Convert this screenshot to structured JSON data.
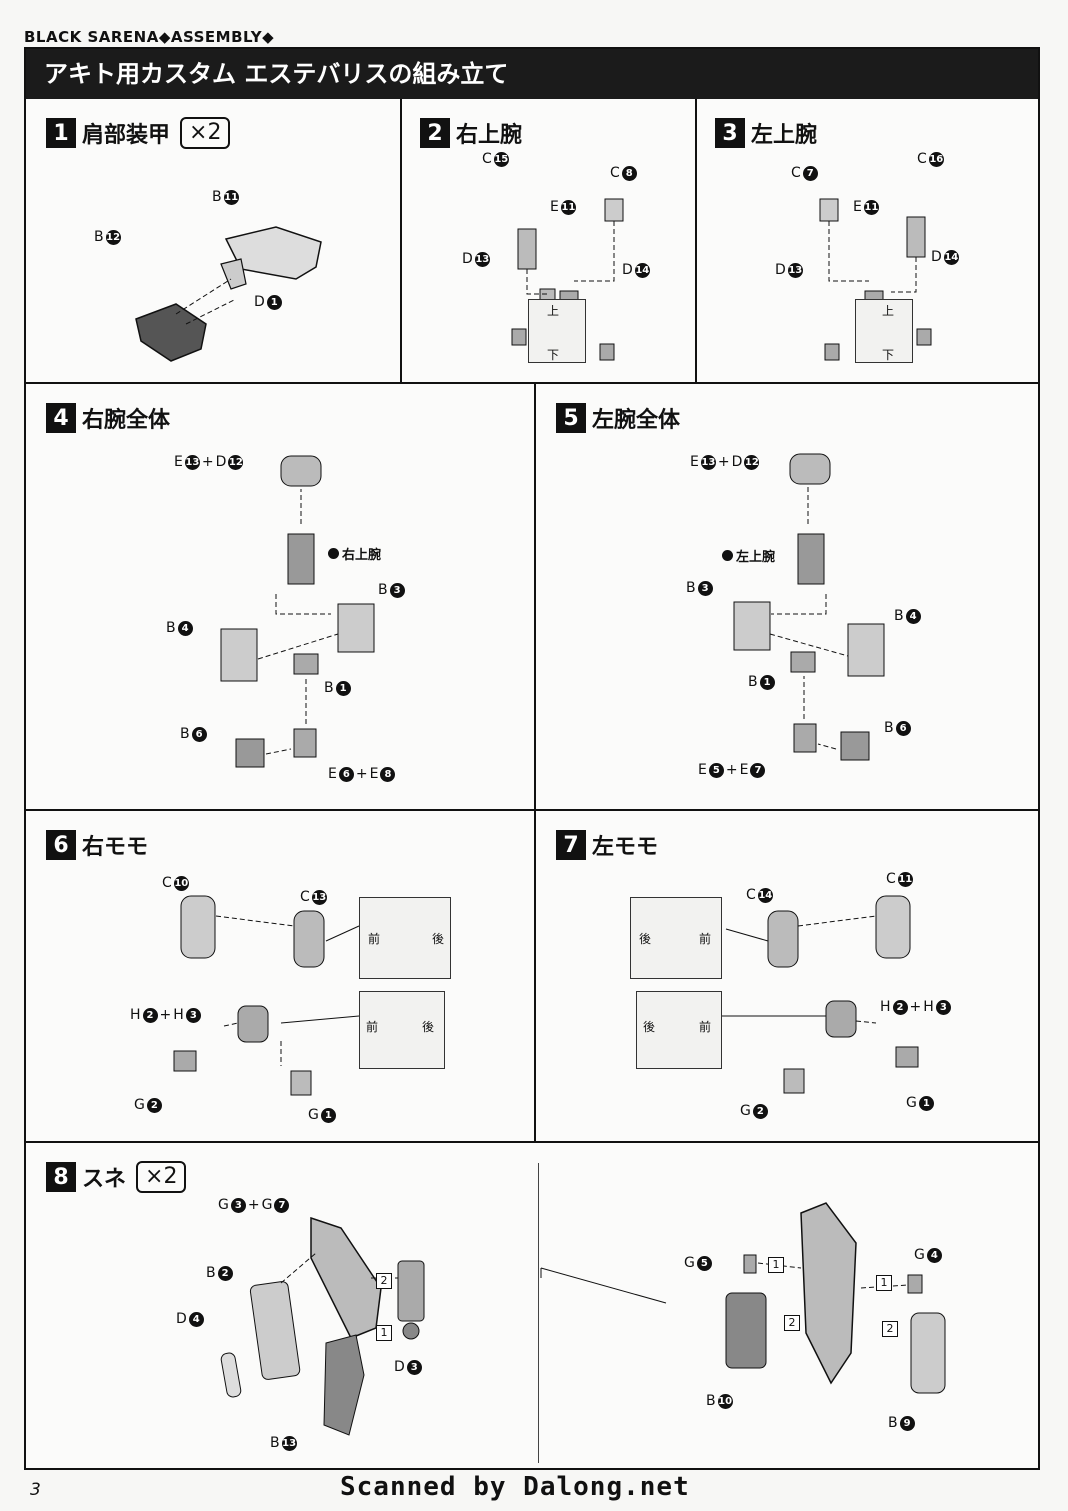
{
  "header": {
    "text": "BLACK SARENA◆ASSEMBLY◆"
  },
  "title": "アキト用カスタム エステバリスの組み立て",
  "steps": [
    {
      "num": "1",
      "title": "肩部装甲",
      "qty": "×2",
      "labels": [
        {
          "letter": "B",
          "num": "11"
        },
        {
          "letter": "B",
          "num": "12"
        },
        {
          "letter": "D",
          "num": "1"
        }
      ]
    },
    {
      "num": "2",
      "title": "右上腕",
      "labels": [
        {
          "letter": "C",
          "num": "15"
        },
        {
          "letter": "C",
          "num": "8"
        },
        {
          "letter": "E",
          "num": "11"
        },
        {
          "letter": "D",
          "num": "13"
        },
        {
          "letter": "D",
          "num": "14"
        }
      ],
      "inset": {
        "top": "上",
        "bottom": "下"
      }
    },
    {
      "num": "3",
      "title": "左上腕",
      "labels": [
        {
          "letter": "C",
          "num": "7"
        },
        {
          "letter": "C",
          "num": "16"
        },
        {
          "letter": "E",
          "num": "11"
        },
        {
          "letter": "D",
          "num": "13"
        },
        {
          "letter": "D",
          "num": "14"
        }
      ],
      "inset": {
        "top": "上",
        "bottom": "下"
      }
    },
    {
      "num": "4",
      "title": "右腕全体",
      "labels": [
        {
          "text": "E",
          "num": "13",
          "plus": "D",
          "num2": "12"
        },
        {
          "letter": "B",
          "num": "3"
        },
        {
          "letter": "B",
          "num": "4"
        },
        {
          "letter": "B",
          "num": "1"
        },
        {
          "letter": "B",
          "num": "6"
        },
        {
          "text": "E",
          "num": "6",
          "plus": "E",
          "num2": "8"
        }
      ],
      "ref": "右上腕"
    },
    {
      "num": "5",
      "title": "左腕全体",
      "labels": [
        {
          "text": "E",
          "num": "13",
          "plus": "D",
          "num2": "12"
        },
        {
          "letter": "B",
          "num": "3"
        },
        {
          "letter": "B",
          "num": "4"
        },
        {
          "letter": "B",
          "num": "1"
        },
        {
          "letter": "B",
          "num": "6"
        },
        {
          "text": "E",
          "num": "5",
          "plus": "E",
          "num2": "7"
        }
      ],
      "ref": "左上腕"
    },
    {
      "num": "6",
      "title": "右モモ",
      "labels": [
        {
          "letter": "C",
          "num": "10"
        },
        {
          "letter": "C",
          "num": "13"
        },
        {
          "text": "H",
          "num": "2",
          "plus": "H",
          "num2": "3"
        },
        {
          "letter": "G",
          "num": "2"
        },
        {
          "letter": "G",
          "num": "1"
        }
      ],
      "inset": {
        "front": "前",
        "back": "後"
      }
    },
    {
      "num": "7",
      "title": "左モモ",
      "labels": [
        {
          "letter": "C",
          "num": "14"
        },
        {
          "letter": "C",
          "num": "11"
        },
        {
          "text": "H",
          "num": "2",
          "plus": "H",
          "num2": "3"
        },
        {
          "letter": "G",
          "num": "2"
        },
        {
          "letter": "G",
          "num": "1"
        }
      ],
      "inset": {
        "front": "前",
        "back": "後"
      }
    },
    {
      "num": "8",
      "title": "スネ",
      "qty": "×2",
      "labels": [
        {
          "text": "G",
          "num": "3",
          "plus": "G",
          "num2": "7"
        },
        {
          "letter": "B",
          "num": "2"
        },
        {
          "letter": "D",
          "num": "4"
        },
        {
          "letter": "D",
          "num": "3"
        },
        {
          "letter": "B",
          "num": "13"
        },
        {
          "letter": "G",
          "num": "5"
        },
        {
          "letter": "G",
          "num": "4"
        },
        {
          "letter": "B",
          "num": "10"
        },
        {
          "letter": "B",
          "num": "9"
        }
      ],
      "order": [
        "1",
        "2"
      ]
    }
  ],
  "footer": {
    "page": "3",
    "credit": "Scanned by Dalong.net"
  }
}
